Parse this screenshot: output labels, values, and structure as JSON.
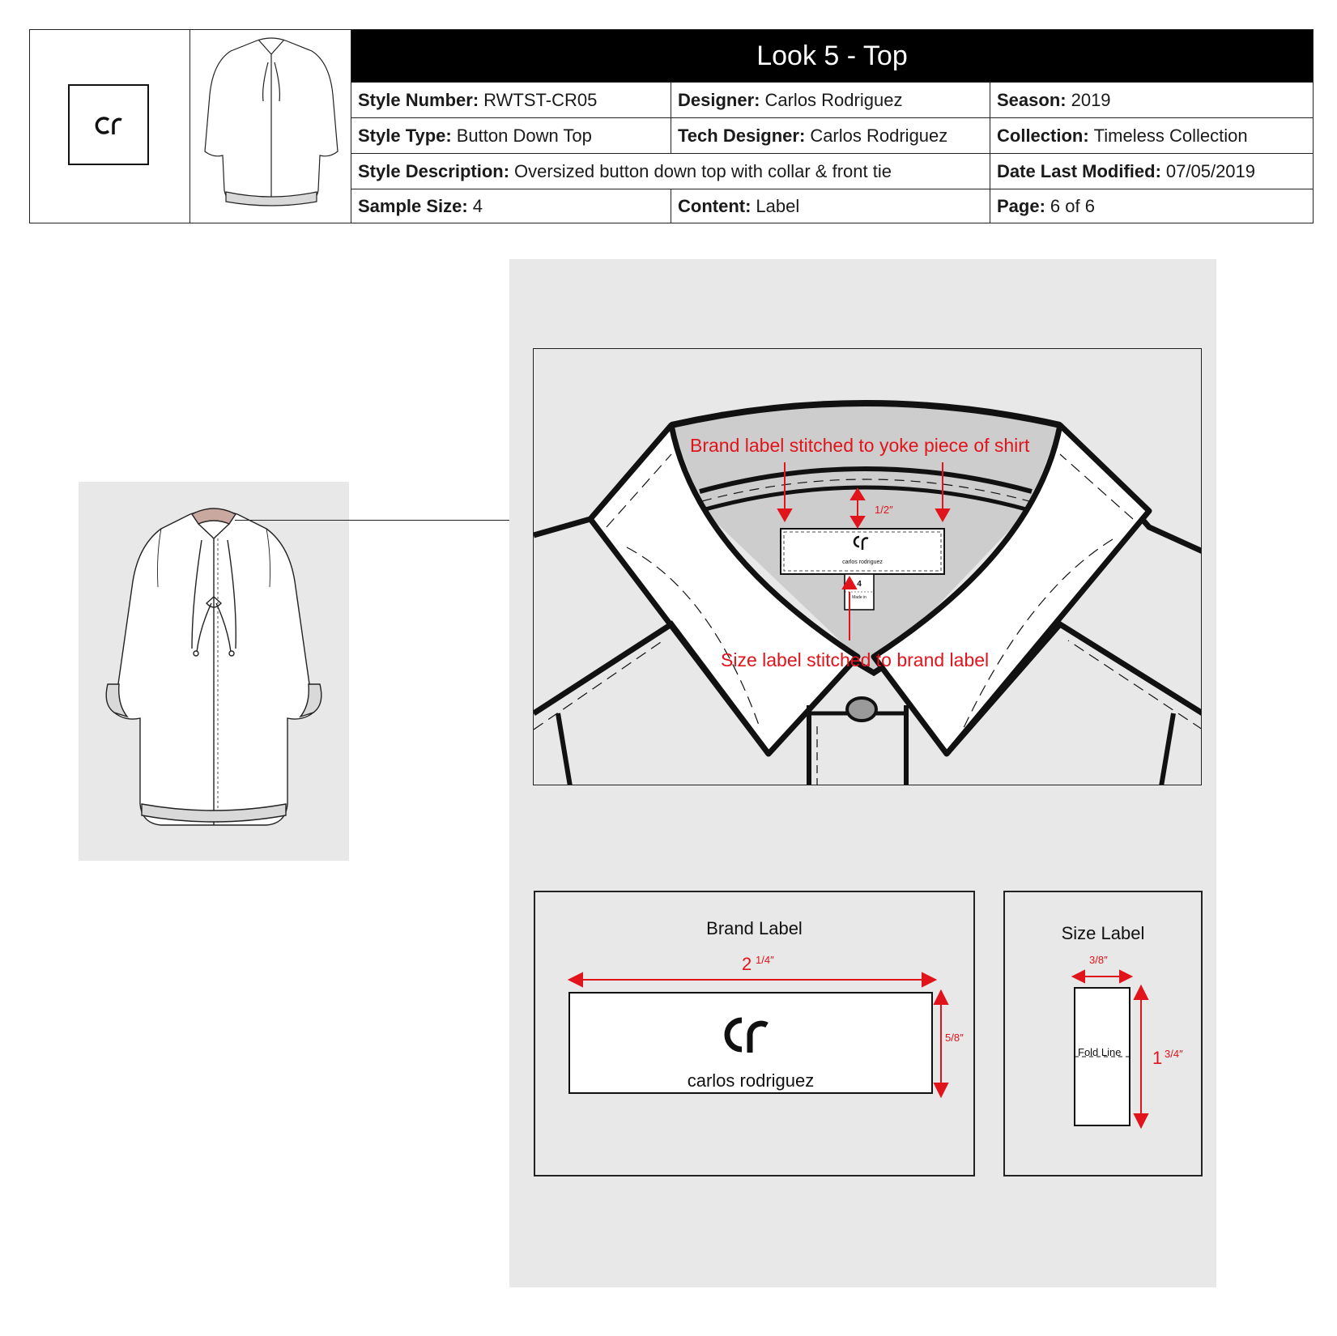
{
  "header": {
    "brand_mark": "cr",
    "title": "Look 5 - Top",
    "rows": [
      [
        {
          "label": "Style Number:",
          "value": "RWTST-CR05"
        },
        {
          "label": "Designer:",
          "value": "Carlos Rodriguez"
        },
        {
          "label": "Season:",
          "value": "2019"
        }
      ],
      [
        {
          "label": "Style Type:",
          "value": "Button Down Top"
        },
        {
          "label": "Tech Designer:",
          "value": "Carlos Rodriguez"
        },
        {
          "label": "Collection:",
          "value": "Timeless Collection"
        }
      ],
      [
        {
          "label": "Style Description:",
          "value": "Oversized button down top with collar & front tie"
        },
        {
          "label": "Date Last Modified:",
          "value": "07/05/2019"
        }
      ],
      [
        {
          "label": "Sample Size:",
          "value": "4"
        },
        {
          "label": "Content:",
          "value": "Label"
        },
        {
          "label": "Page:",
          "value": "6 of 6"
        }
      ]
    ]
  },
  "collar_detail": {
    "brand_note": "Brand label stitched to yoke piece of shirt",
    "size_note": "Size label stitched to brand label",
    "half_inch": "1/2″",
    "mini_brand_mark": "cr",
    "mini_brand_name": "carlos rodriguez",
    "mini_size": "4",
    "mini_made_in": "Made in"
  },
  "brand_label": {
    "title": "Brand Label",
    "width_whole": "2",
    "width_frac": "1/4″",
    "height": "5/8″",
    "mark": "cr",
    "name": "carlos rodriguez"
  },
  "size_label": {
    "title": "Size Label",
    "width": "3/8″",
    "height_whole": "1",
    "height_frac": "3/4″",
    "fold_line": "Fold Line"
  },
  "colors": {
    "accent_red": "#e1141b",
    "panel_gray": "#e8e8e8",
    "yoke_gray": "#cdcdcd",
    "label_pink": "#c9a8a0"
  }
}
